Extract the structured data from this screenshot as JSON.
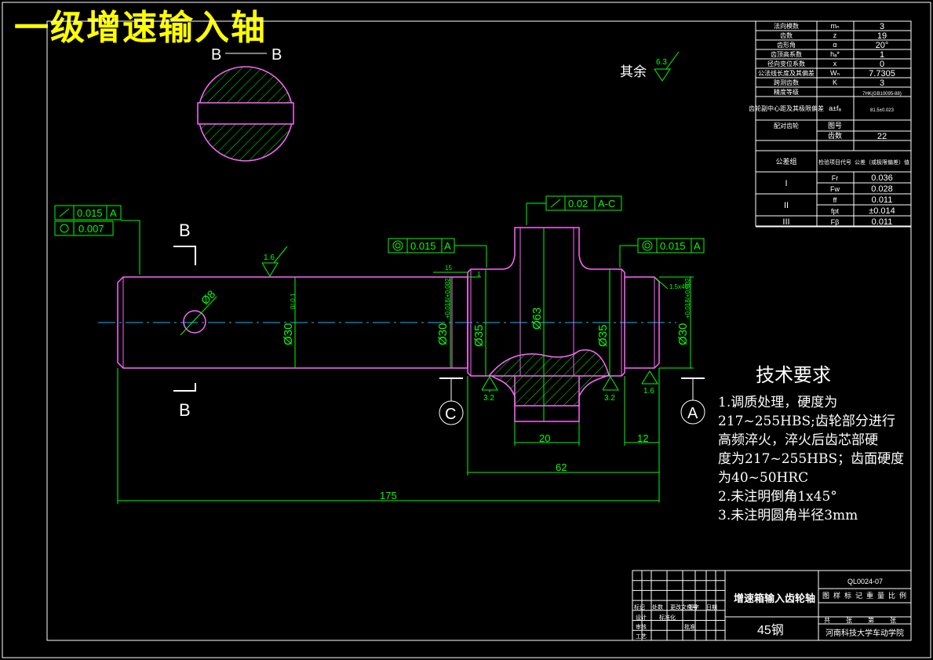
{
  "title": "一级增速输入轴",
  "section_label": "B",
  "section_title_left": "B",
  "section_title_right": "B",
  "roughness_rest_label": "其余",
  "roughness_rest_value": "6.3",
  "gear_table": {
    "rows": [
      {
        "name": "法向模数",
        "sym": "mₙ",
        "val": "3"
      },
      {
        "name": "齿数",
        "sym": "z",
        "val": "19"
      },
      {
        "name": "齿形角",
        "sym": "α",
        "val": "20°"
      },
      {
        "name": "齿顶高系数",
        "sym": "hₐ*",
        "val": "1"
      },
      {
        "name": "径向变位系数",
        "sym": "x",
        "val": "0"
      },
      {
        "name": "公法线长度及其偏差",
        "sym": "Wₙ",
        "val": "7.7305"
      },
      {
        "name": "跨测齿数",
        "sym": "K",
        "val": "3"
      },
      {
        "name": "精度等级",
        "sym": "",
        "val": "7HK(GB10095-88)"
      },
      {
        "name": "齿轮副中心距及其极限偏差",
        "sym": "a±fₐ",
        "val": "81.5±0.023"
      },
      {
        "name": "配对齿轮",
        "sym": "图号",
        "val": ""
      },
      {
        "name": "",
        "sym": "齿数",
        "val": "22"
      }
    ],
    "tol_header": {
      "c1": "公差组",
      "c2": "检验项目代号",
      "c3": "公差（或极限偏差）值"
    },
    "tol_rows": [
      {
        "grp": "I",
        "code": "Fr",
        "val": "0.036"
      },
      {
        "grp": "",
        "code": "Fw",
        "val": "0.028"
      },
      {
        "grp": "II",
        "code": "ff",
        "val": "0.011"
      },
      {
        "grp": "",
        "code": "fpt",
        "val": "±0.014"
      },
      {
        "grp": "III",
        "code": "Fβ",
        "val": "0.011"
      }
    ]
  },
  "fcf": {
    "runout1": {
      "tol": "0.015",
      "datum": "A"
    },
    "cyl1": {
      "tol": "0.007"
    },
    "runout2": {
      "tol": "0.02",
      "datum": "A-C"
    },
    "conc1": {
      "tol": "0.015",
      "datum": "A"
    },
    "conc2": {
      "tol": "0.015",
      "datum": "A"
    }
  },
  "dims": {
    "d30_left": "Ø30",
    "d30_left_tol": "0/-0.1",
    "d30_mid": "Ø30",
    "d30_mid_tol": "+0.018/+0.002",
    "d35_left": "Ø35",
    "d35_right": "Ø35",
    "d63": "Ø63",
    "d30_right": "Ø30",
    "d30_right_tol": "+0.018/+0.002",
    "hole": "Ø8",
    "len_15": "15",
    "len_1": "1",
    "len_20": "20",
    "len_12": "12",
    "len_62": "62",
    "len_175": "175",
    "chamfer": "1.5x45°"
  },
  "roughness": {
    "r1": "1.6",
    "r2": "3.2",
    "r3": "3.2",
    "r4": "1.6"
  },
  "datums": {
    "a": "A",
    "c": "C"
  },
  "tech_req": {
    "heading": "技术要求",
    "lines": [
      "1.调质处理，硬度为",
      "217~255HBS;齿轮部分进行",
      "高频淬火，淬火后齿芯部硬",
      "度为217~255HBS；齿面硬度",
      "为40~50HRC",
      "2.未注明倒角1x45°",
      "3.未注明圆角半径3mm"
    ]
  },
  "title_block": {
    "part_name": "增速箱输入齿轮轴",
    "drawing_no": "QL0024-07",
    "material": "45钢",
    "school": "河南科技大学车动学院",
    "hdr": [
      "标记",
      "处数",
      "更改文件号",
      "签字",
      "日期"
    ],
    "hdr2": [
      "图",
      "样",
      "标",
      "记",
      "重",
      "量",
      "比",
      "例"
    ],
    "roles": [
      "设计",
      "审核",
      "工艺"
    ],
    "std": "标准化",
    "approve": "批准",
    "sheets": [
      "共",
      "张",
      "第",
      "张"
    ]
  },
  "colors": {
    "frame": "#ffffff",
    "part": "#ff66ff",
    "dim": "#00ff00",
    "center": "#00bfff",
    "text": "#ffff00"
  }
}
